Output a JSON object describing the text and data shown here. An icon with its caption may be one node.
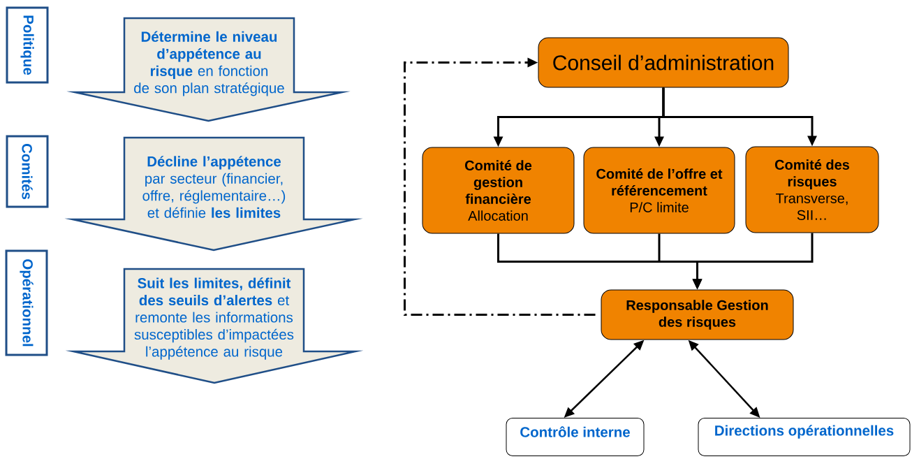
{
  "diagram": {
    "nodes": [
      {
        "text": [
          "Politique"
        ]
      },
      {
        "text": [
          "**Détermine le niveau d’appétence au risque** en fonction de son plan stratégique"
        ]
      },
      {
        "text": [
          "Comités"
        ]
      },
      {
        "text": [
          "**Décline l’appétence** par secteur (financier, offre, réglementaire…) et définie **les limites**"
        ]
      },
      {
        "text": [
          "Opérationnel"
        ]
      },
      {
        "text": [
          "**Suit les limites, définit des seuils d’alertes** et remonte les informations susceptibles d’impactées l’appétence au risque"
        ]
      },
      {
        "text": [
          "Conseil d’administration"
        ]
      },
      {
        "text": [
          "Comité de gestion financière",
          "Allocation"
        ]
      },
      {
        "text": [
          "Comité de l’offre et référencement",
          "P/C limite"
        ]
      },
      {
        "text": [
          "Comité des risques",
          "Transverse, SII…"
        ]
      },
      {
        "text": [
          "Responsable Gestion des risques"
        ]
      },
      {
        "text": [
          "Contrôle interne"
        ]
      },
      {
        "text": [
          "Directions opérationnelles"
        ]
      }
    ],
    "edges": [
      {
        "from": 6,
        "to": 7,
        "arrow": "to"
      },
      {
        "from": 6,
        "to": 8,
        "arrow": "to"
      },
      {
        "from": 6,
        "to": 9,
        "arrow": "to"
      },
      {
        "from": 7,
        "to": 10,
        "arrow": "to"
      },
      {
        "from": 8,
        "to": 10,
        "arrow": "to"
      },
      {
        "from": 9,
        "to": 10,
        "arrow": "to"
      },
      {
        "from": 10,
        "to": 6,
        "arrow": "to",
        "style": "dashed"
      },
      {
        "from": 11,
        "to": 10,
        "arrow": "both"
      },
      {
        "from": 12,
        "to": 10,
        "arrow": "both"
      }
    ]
  }
}
